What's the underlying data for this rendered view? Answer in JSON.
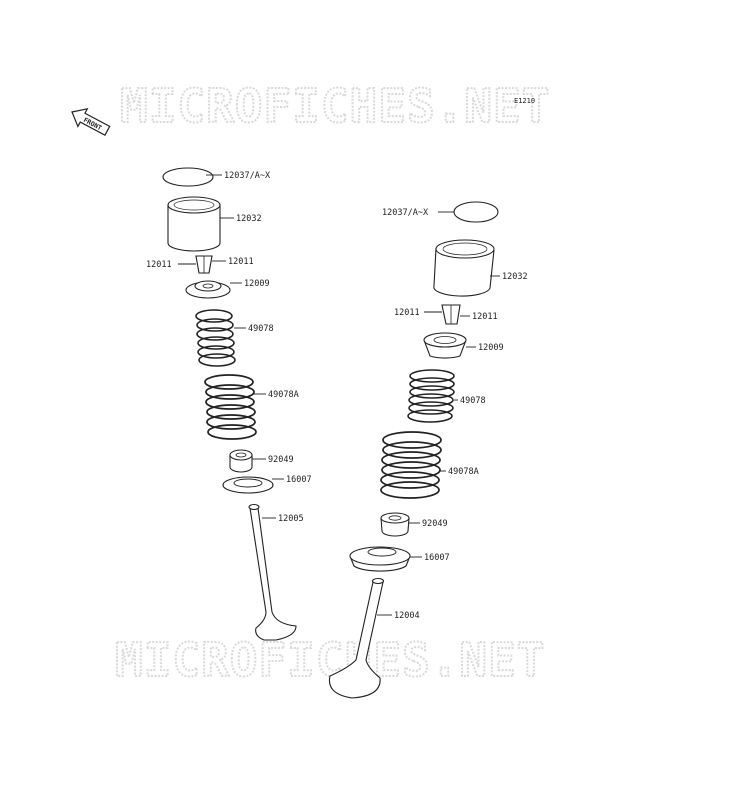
{
  "watermark_top": "MICROFICHES.NET",
  "watermark_bottom": "MICROFICHES.NET",
  "diagram_code": "E1210",
  "front_label": "FRONT",
  "left_parts": {
    "shim": "12037/A~X",
    "lifter": "12032",
    "keeper_left": "12011",
    "keeper_right": "12011",
    "retainer": "12009",
    "inner_spring": "49078",
    "outer_spring": "49078A",
    "stem_seal": "92049",
    "spring_seat": "16007",
    "valve": "12005"
  },
  "right_parts": {
    "shim": "12037/A~X",
    "lifter": "12032",
    "keeper_left": "12011",
    "keeper_right": "12011",
    "retainer": "12009",
    "inner_spring": "49078",
    "outer_spring": "49078A",
    "stem_seal": "92049",
    "spring_seat": "16007",
    "valve": "12004"
  }
}
